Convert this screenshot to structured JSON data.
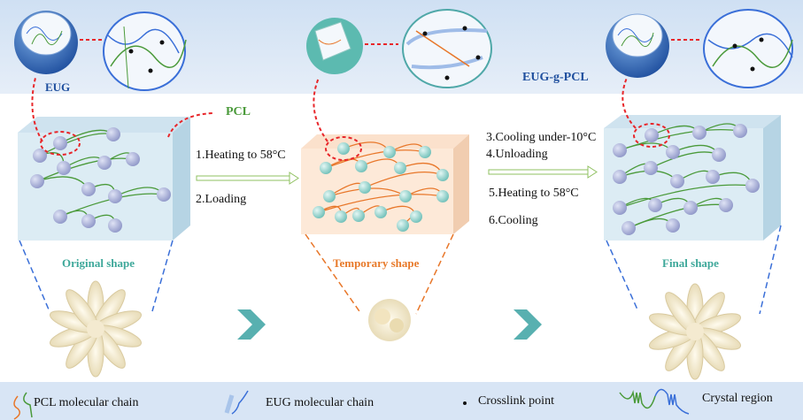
{
  "top_labels": {
    "eug": "EUG",
    "eug_g_pcl": "EUG-g-PCL",
    "pcl": "PCL"
  },
  "steps": {
    "s1": "1.Heating to 58°C",
    "s2": "2.Loading",
    "s3": "3.Cooling under-10°C",
    "s4": "4.Unloading",
    "s5": "5.Heating to 58°C",
    "s6": "6.Cooling"
  },
  "shapes": {
    "original": "Original shape",
    "temporary": "Temporary shape",
    "final": "Final shape"
  },
  "legend": {
    "pcl_chain": "PCL molecular chain",
    "eug_chain": "EUG molecular chain",
    "crosslink": "Crosslink point",
    "crystal": "Crystal region"
  },
  "colors": {
    "pcl": "#e8772a",
    "eug": "#3a6fd8",
    "green": "#4a9a3a",
    "red_arrow": "#e8262a",
    "teal": "#4fa8a8",
    "shape_green": "#3ea89a",
    "shape_orange": "#e87a2a"
  }
}
